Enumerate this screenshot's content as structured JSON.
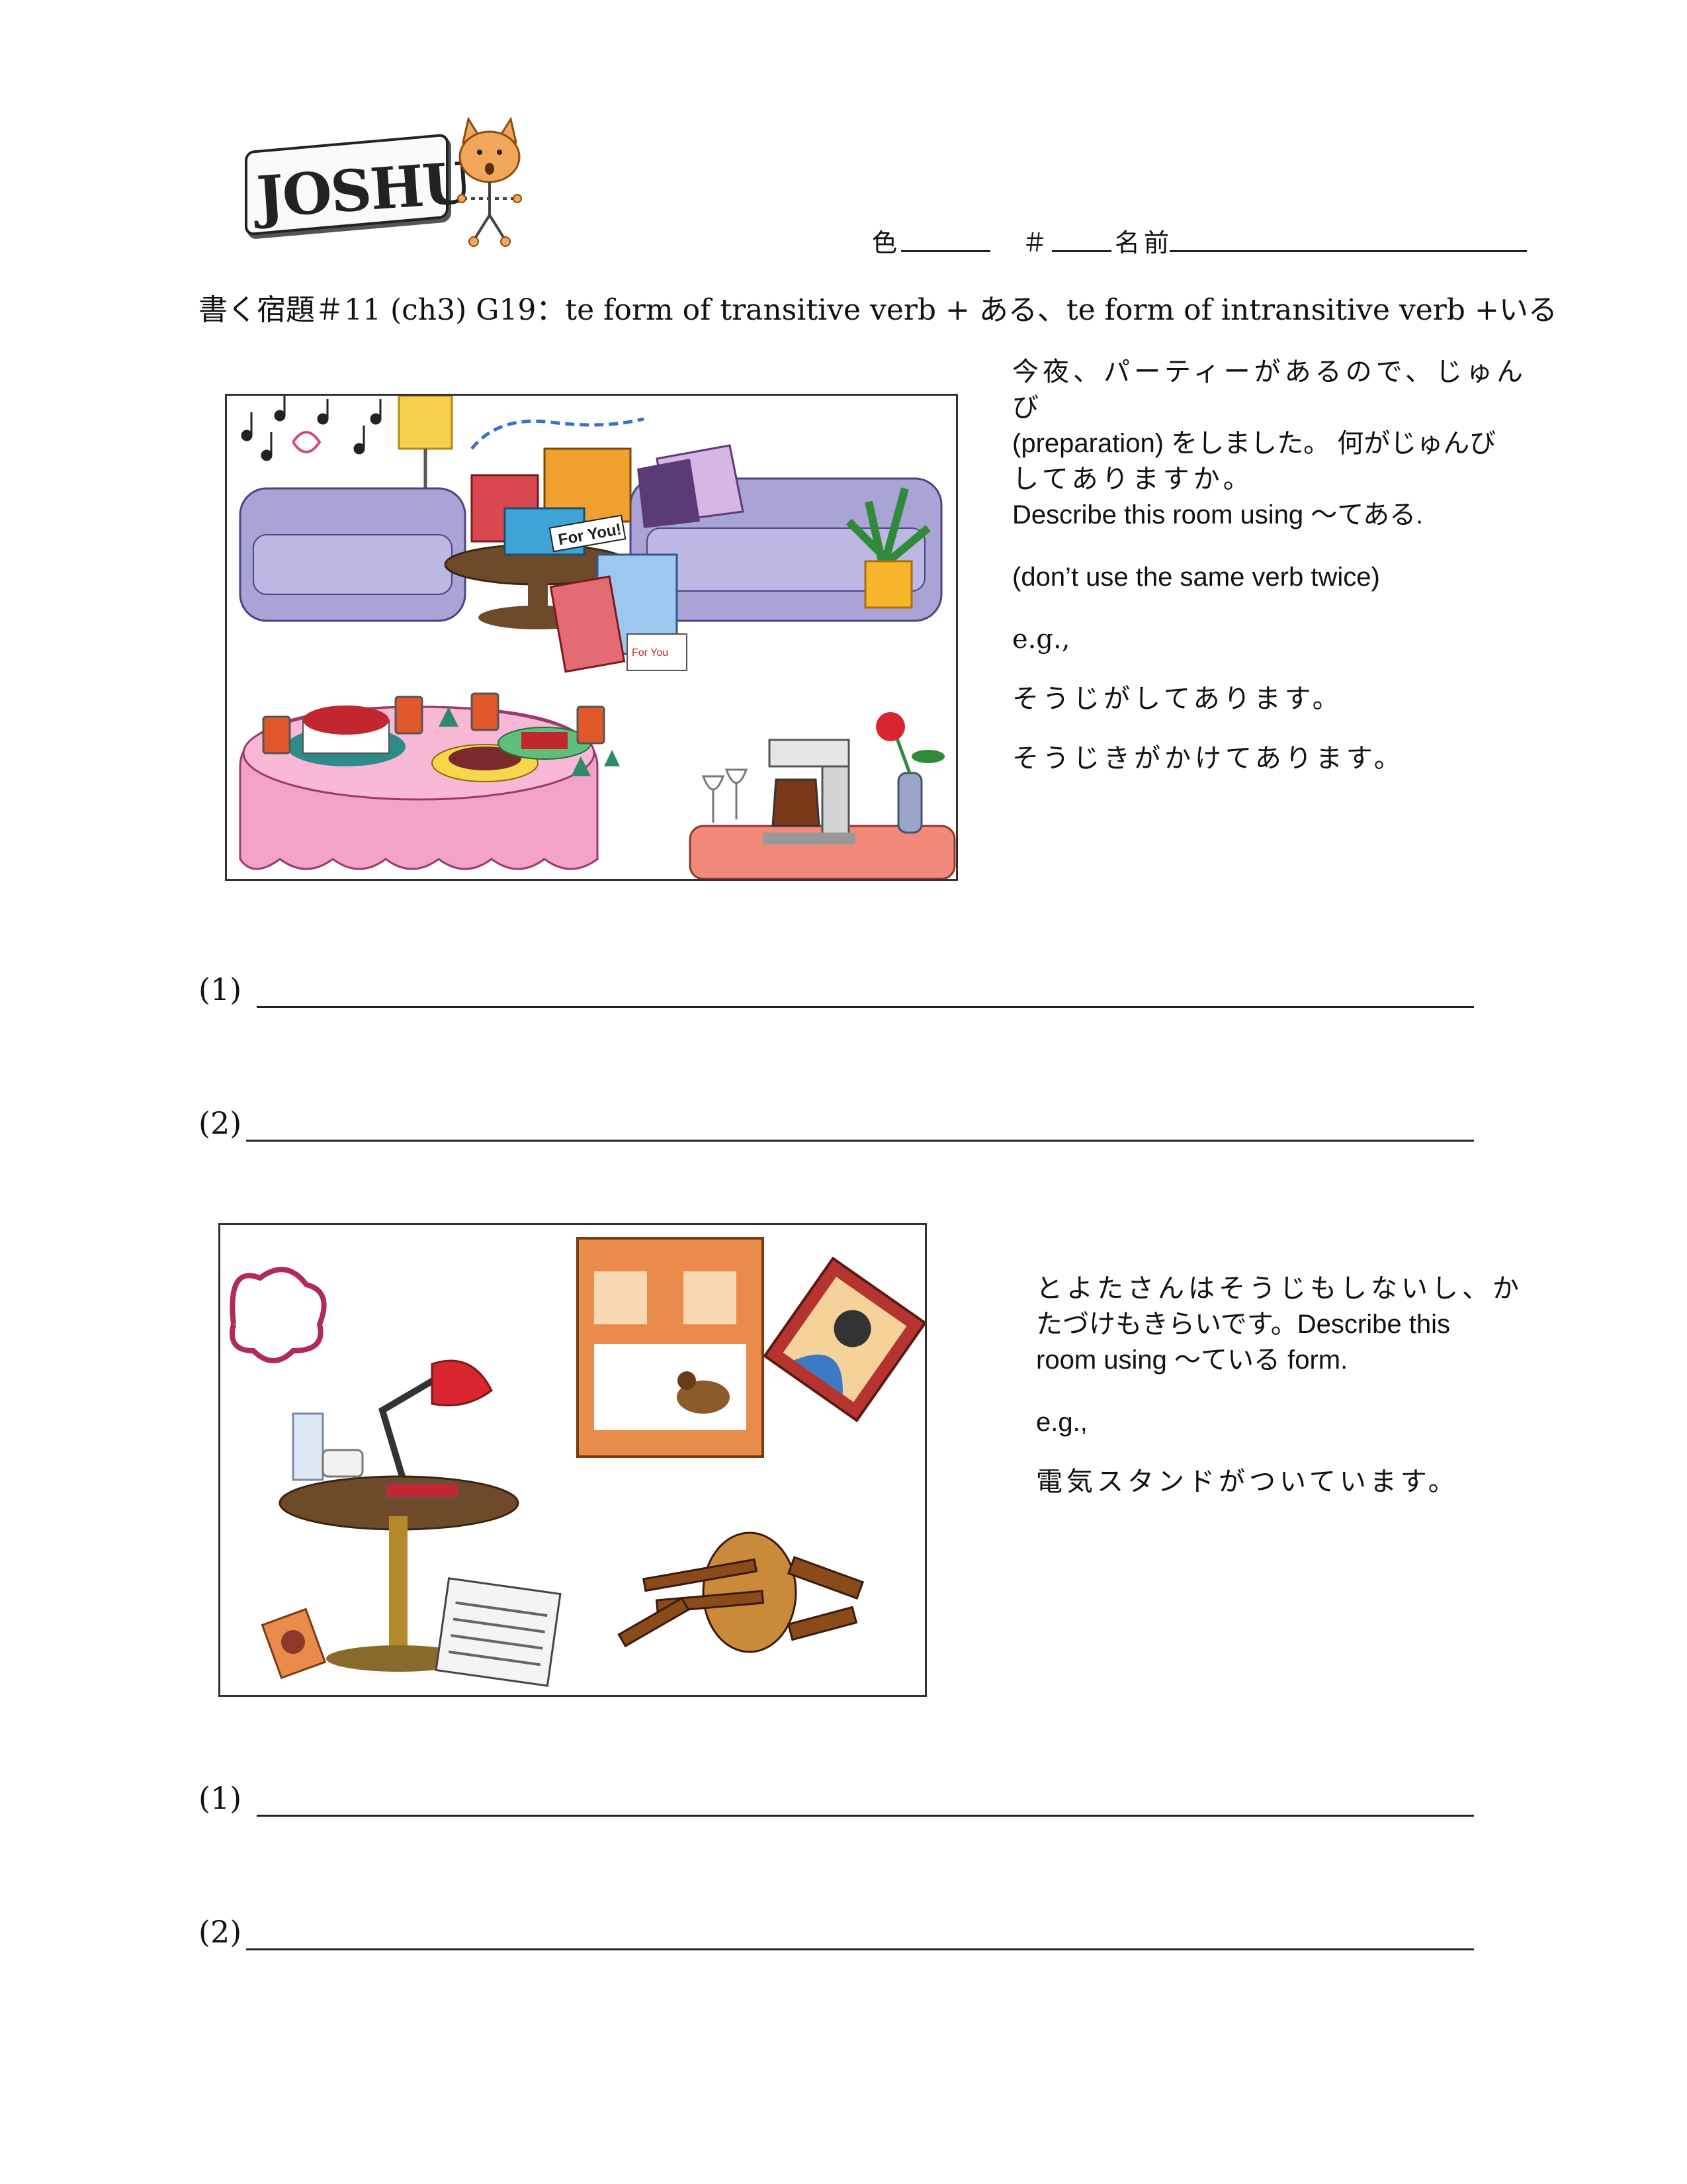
{
  "logo": {
    "text": "JOSHU"
  },
  "header": {
    "color_label": "色",
    "number_label": "＃",
    "name_label": "名前"
  },
  "title": "書く宿題＃11 (ch3) G19：te form of transitive verb + ある、te form of intransitive verb +いる",
  "section1": {
    "picture": {
      "gift_tag": "For You!",
      "card_text": "For You"
    },
    "instructions": {
      "line1": "今夜、パーティーがあるので、じゅんび",
      "line2": "(preparation) をしました。 何がじゅんび",
      "line3": "してありますか。",
      "line4": "Describe this room using ～てある.",
      "note": "(don’t use the same verb twice)",
      "eg_label": "e.g.,",
      "example1": "そうじがしてあります。",
      "example2": "そうじきがかけてあります。"
    },
    "answers": [
      {
        "label": "(1)"
      },
      {
        "label": "(2)"
      }
    ]
  },
  "section2": {
    "instructions": {
      "line1": "とよたさんはそうじもしないし、か",
      "line2": "たづけもきらいです。Describe this",
      "line3": "room using ～ている form.",
      "eg_label": "e.g.,",
      "example1": "電気スタンドがついています。"
    },
    "answers": [
      {
        "label": "(1)"
      },
      {
        "label": "(2)"
      }
    ]
  },
  "colors": {
    "sofa": "#a9a3d6",
    "tablecloth": "#f4a3c8",
    "gift_red": "#d9474f",
    "lamp_yellow": "#f6cf4c",
    "wood": "#8a5a2b",
    "window_frame": "#e98b4a",
    "frame_red": "#b5342f"
  }
}
